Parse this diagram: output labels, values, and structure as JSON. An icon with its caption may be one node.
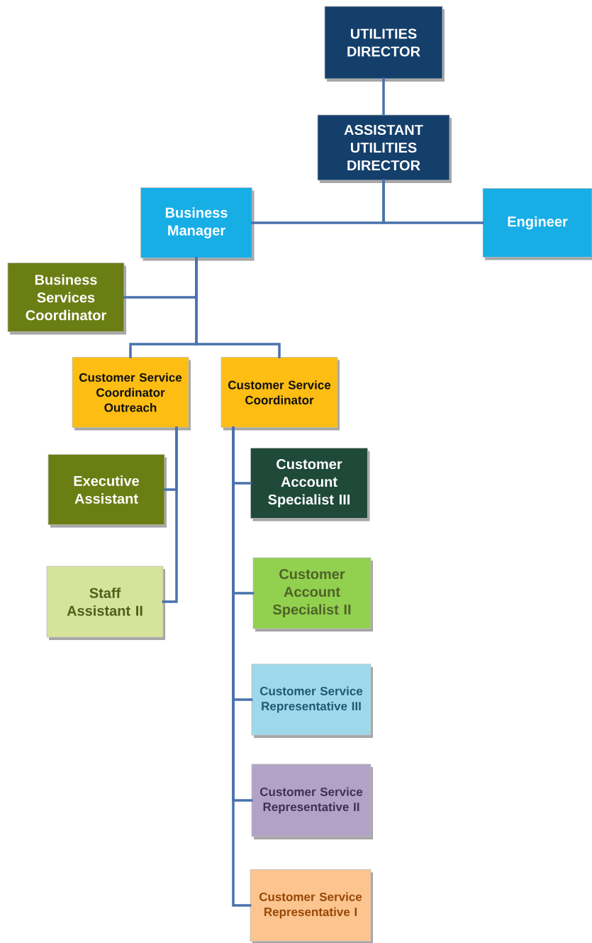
{
  "diagram": {
    "nodes": [
      {
        "text": [
          "UTILITIES DIRECTOR"
        ]
      },
      {
        "text": [
          "ASSISTANT UTILITIES DIRECTOR"
        ]
      },
      {
        "text": [
          "Business Manager"
        ]
      },
      {
        "text": [
          "Engineer"
        ]
      },
      {
        "text": [
          "Business Services Coordinator"
        ]
      },
      {
        "text": [
          "Customer Service Coordinator Outreach"
        ]
      },
      {
        "text": [
          "Customer Service Coordinator"
        ]
      },
      {
        "text": [
          "Executive Assistant"
        ]
      },
      {
        "text": [
          "Staff Assistant II"
        ]
      },
      {
        "text": [
          "Customer Account Specialist III"
        ]
      },
      {
        "text": [
          "Customer Account Specialist II"
        ]
      },
      {
        "text": [
          "Customer Service Representative III"
        ]
      },
      {
        "text": [
          "Customer Service Representative II"
        ]
      },
      {
        "text": [
          "Customer Service Representative I"
        ]
      }
    ],
    "edges": [
      {
        "from": 0,
        "to": 1,
        "arrow": "none"
      },
      {
        "from": 1,
        "to": 2,
        "arrow": "none"
      },
      {
        "from": 1,
        "to": 3,
        "arrow": "none"
      },
      {
        "from": 2,
        "to": 4,
        "arrow": "none"
      },
      {
        "from": 2,
        "to": 5,
        "arrow": "none"
      },
      {
        "from": 2,
        "to": 6,
        "arrow": "none"
      },
      {
        "from": 5,
        "to": 7,
        "arrow": "none"
      },
      {
        "from": 5,
        "to": 8,
        "arrow": "none"
      },
      {
        "from": 6,
        "to": 9,
        "arrow": "none"
      },
      {
        "from": 6,
        "to": 10,
        "arrow": "none"
      },
      {
        "from": 6,
        "to": 11,
        "arrow": "none"
      },
      {
        "from": 6,
        "to": 12,
        "arrow": "none"
      },
      {
        "from": 6,
        "to": 13,
        "arrow": "none"
      }
    ]
  }
}
